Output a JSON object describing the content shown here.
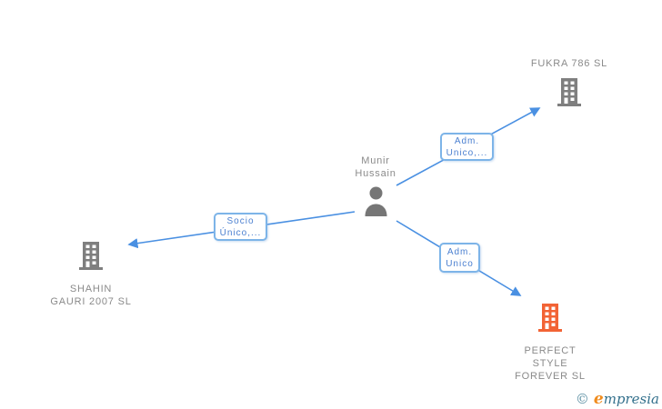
{
  "diagram": {
    "person": {
      "name_lines": [
        "Munir",
        "Hussain"
      ]
    },
    "companies": {
      "fukra": {
        "name": "FUKRA 786 SL"
      },
      "shahin": {
        "name_lines": [
          "SHAHIN",
          "GAURI 2007  SL"
        ]
      },
      "perfect": {
        "name_lines": [
          "PERFECT",
          "STYLE",
          "FOREVER SL"
        ]
      }
    },
    "edges": {
      "to_fukra": {
        "label_lines": [
          "Adm.",
          "Unico,..."
        ]
      },
      "to_shahin": {
        "label_lines": [
          "Socio",
          "Único,..."
        ]
      },
      "to_perfect": {
        "label_lines": [
          "Adm.",
          "Unico"
        ]
      }
    },
    "colors": {
      "edge_blue": "#4a90e2",
      "edge_label_border": "#7db4e8",
      "edge_label_text": "#4a7fd0",
      "node_gray": "#7f7f7f",
      "label_gray": "#8a8a8a",
      "highlight_orange": "#f26335"
    }
  },
  "watermark": {
    "copyright_symbol": "©",
    "brand_initial": "e",
    "brand_rest": "mpresia",
    "color_teal": "#33708c",
    "color_orange": "#f08c1e"
  }
}
